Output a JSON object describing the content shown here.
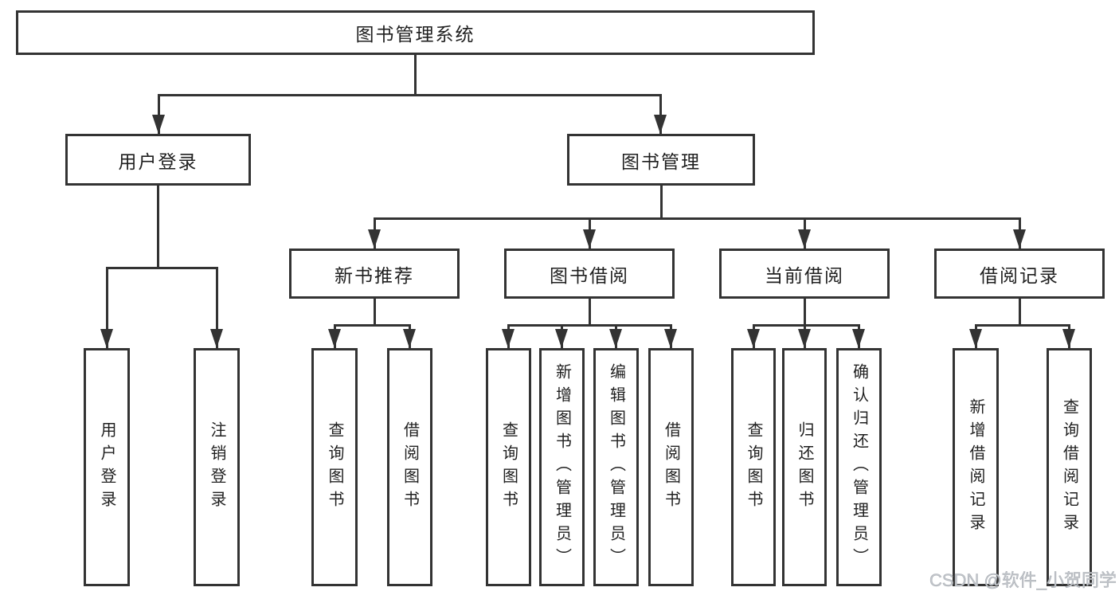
{
  "diagram_type": "hierarchy-tree",
  "colors": {
    "background": "#ffffff",
    "line": "#333333",
    "text": "#1f1f1f",
    "watermark": "#c3c7cc"
  },
  "tree": {
    "label": "图书管理系统",
    "children": [
      {
        "label": "用户登录",
        "children": [
          {
            "label": "用户登录"
          },
          {
            "label": "注销登录"
          }
        ]
      },
      {
        "label": "图书管理",
        "children": [
          {
            "label": "新书推荐",
            "children": [
              {
                "label": "查询图书"
              },
              {
                "label": "借阅图书"
              }
            ]
          },
          {
            "label": "图书借阅",
            "children": [
              {
                "label": "查询图书"
              },
              {
                "label": "新增图书（管理员）"
              },
              {
                "label": "编辑图书（管理员）"
              },
              {
                "label": "借阅图书"
              }
            ]
          },
          {
            "label": "当前借阅",
            "children": [
              {
                "label": "查询图书"
              },
              {
                "label": "归还图书"
              },
              {
                "label": "确认归还（管理员）"
              }
            ]
          },
          {
            "label": "借阅记录",
            "children": [
              {
                "label": "新增借阅记录"
              },
              {
                "label": "查询借阅记录"
              }
            ]
          }
        ]
      }
    ]
  },
  "watermark": {
    "text": "CSDN @软件_小贺同学"
  }
}
